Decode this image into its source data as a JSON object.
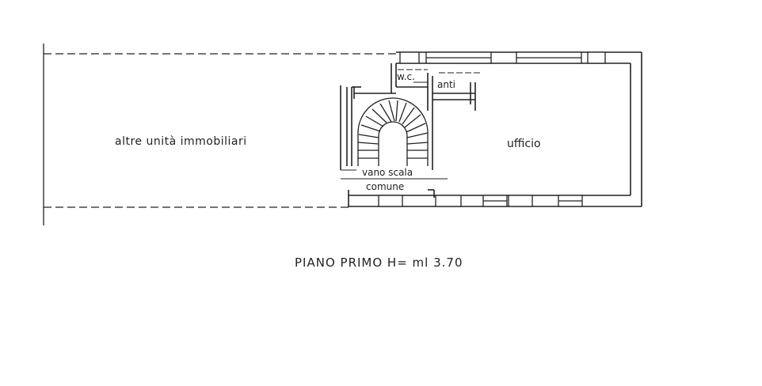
{
  "plan": {
    "rooms": {
      "other_units": "altre unità immobiliari",
      "office": "ufficio",
      "wc": "w.c.",
      "antechamber": "anti",
      "stair_line1": "vano scala",
      "stair_line2": "comune"
    },
    "caption": "PIANO PRIMO H= ml 3.70"
  },
  "colors": {
    "ink": "#222222",
    "paper": "#ffffff"
  }
}
